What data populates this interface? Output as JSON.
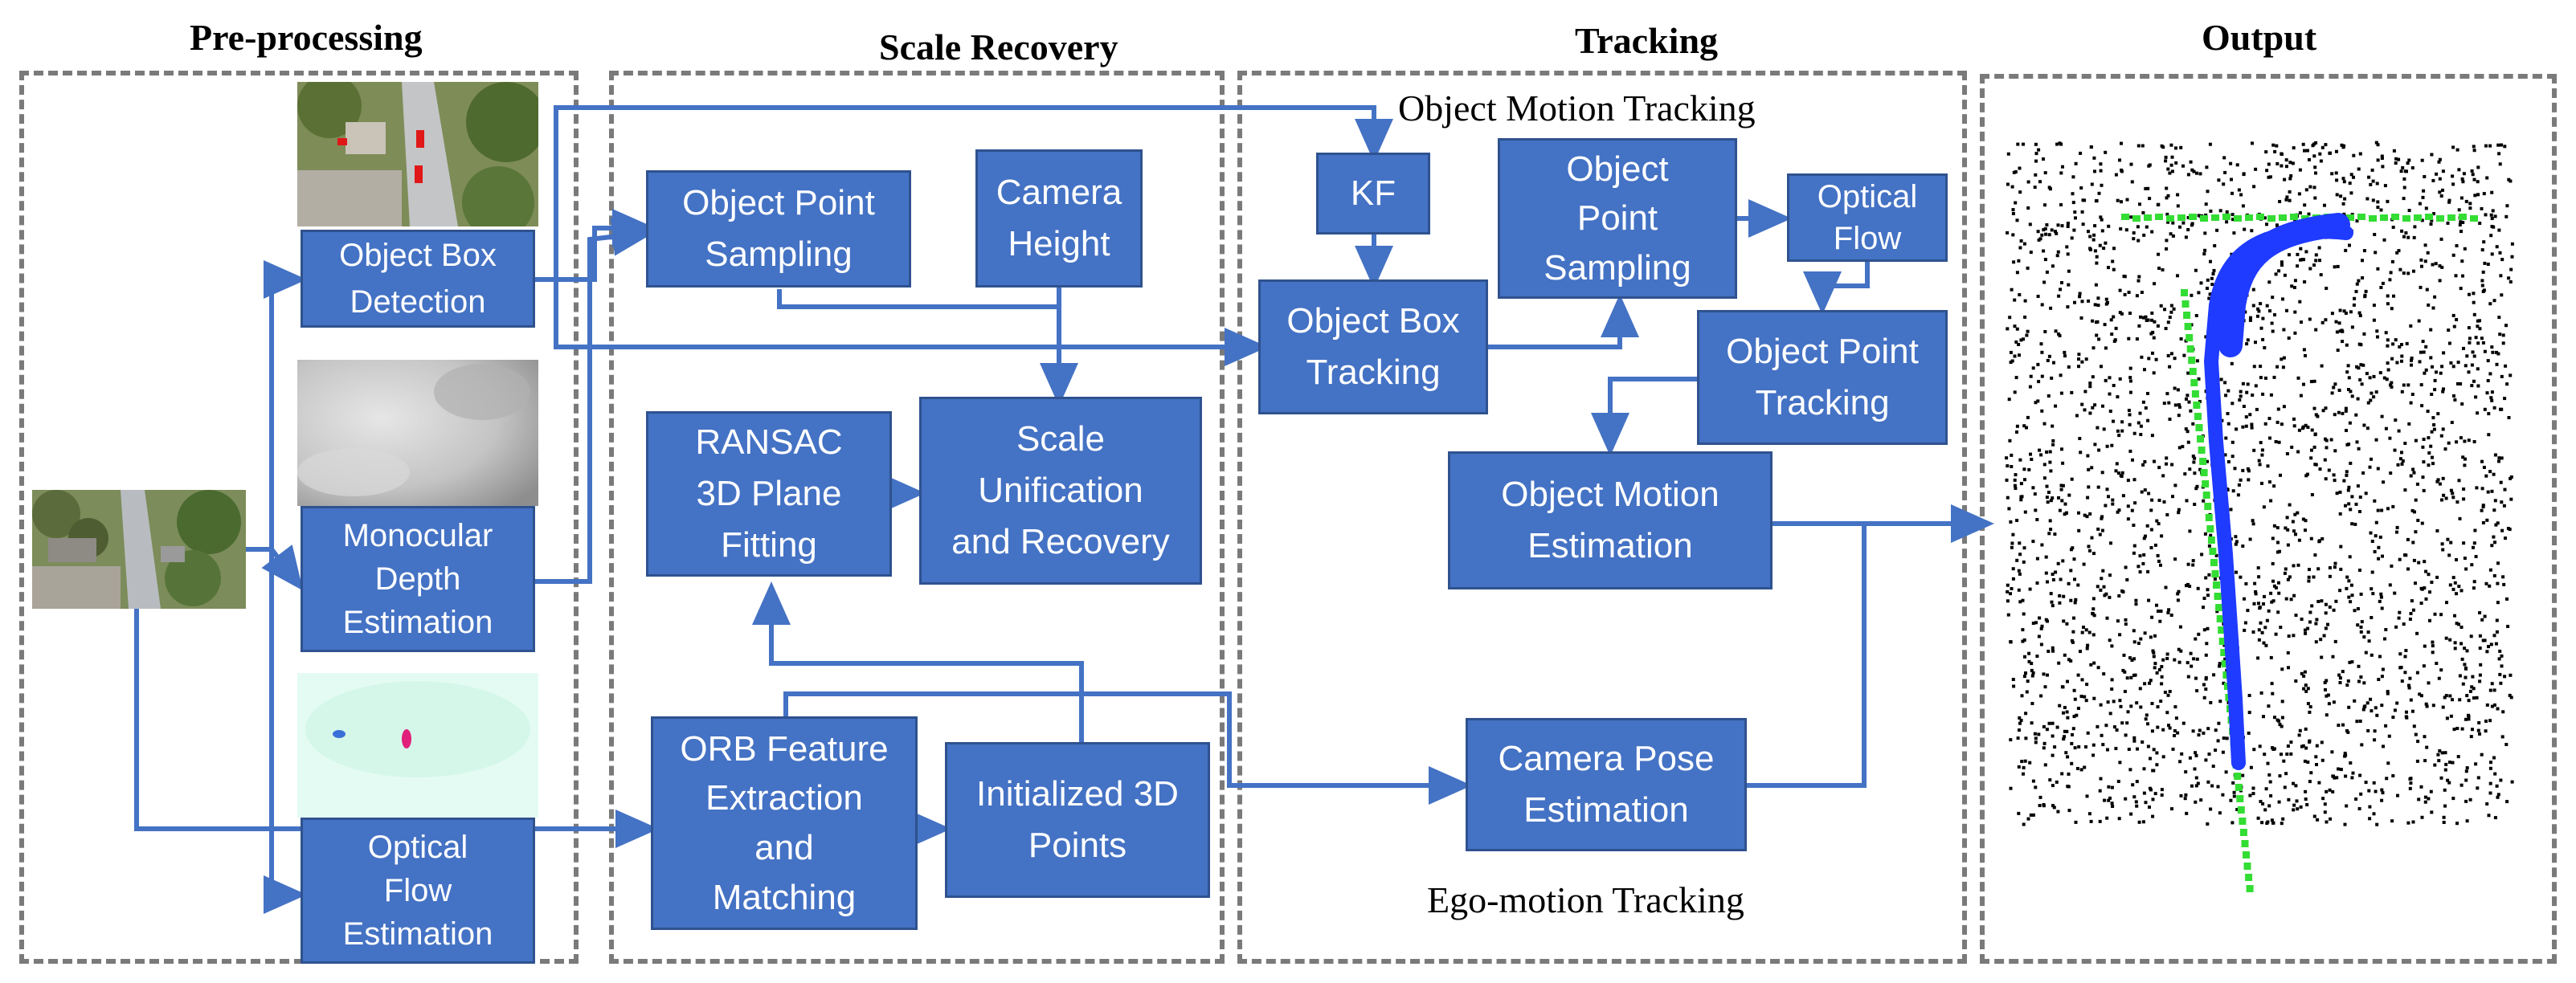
{
  "stages": {
    "preprocessing": "Pre-processing",
    "scale_recovery": "Scale Recovery",
    "tracking": "Tracking",
    "output": "Output"
  },
  "subtitles": {
    "object_motion_tracking": "Object Motion Tracking",
    "ego_motion_tracking": "Ego-motion Tracking"
  },
  "boxes": {
    "object_box_detection": "Object Box\nDetection",
    "monocular_depth_estimation": "Monocular\nDepth\nEstimation",
    "optical_flow_estimation": "Optical\nFlow\nEstimation",
    "object_point_sampling": "Object Point\nSampling",
    "camera_height": "Camera\nHeight",
    "ransac_plane_fitting": "RANSAC\n3D Plane\nFitting",
    "scale_unification": "Scale\nUnification\nand Recovery",
    "orb_feature": "ORB Feature\nExtraction\nand\nMatching",
    "initialized_points": "Initialized 3D\nPoints",
    "kf": "KF",
    "object_box_tracking": "Object Box\nTracking",
    "tracking_object_point_sampling": "Object\nPoint\nSampling",
    "tracking_optical_flow": "Optical\nFlow",
    "object_point_tracking": "Object Point\nTracking",
    "object_motion_estimation": "Object Motion\nEstimation",
    "camera_pose_estimation": "Camera Pose\nEstimation"
  },
  "colors": {
    "box_fill": "#4472c4",
    "arrow": "#4472c4",
    "frame_dash": "#7a7a7a",
    "trajectory_blue": "#1f3bff",
    "trajectory_green": "#33dd33"
  }
}
